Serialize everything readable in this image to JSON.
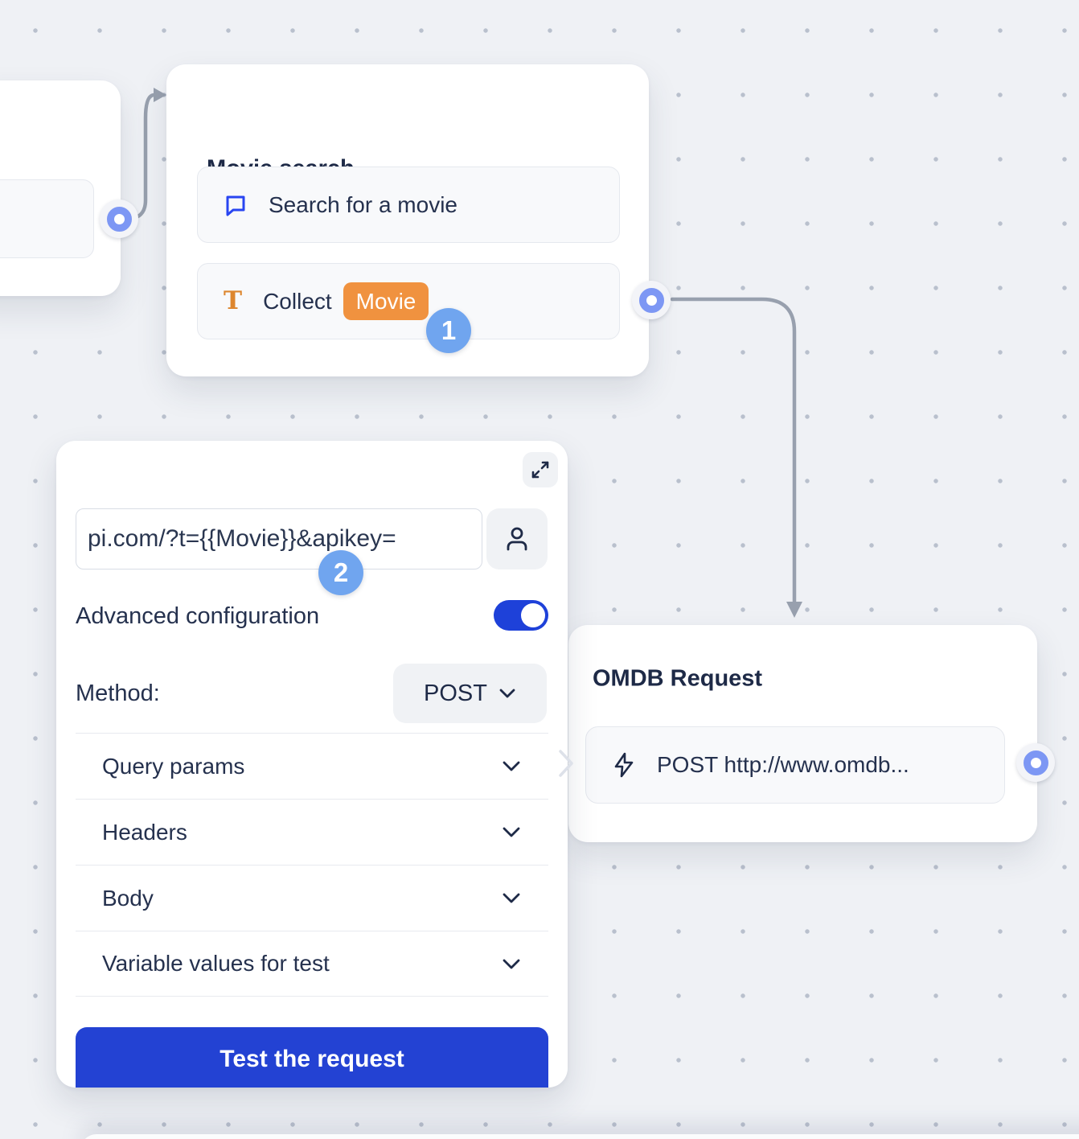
{
  "colors": {
    "background": "#eff1f5",
    "dot_grid": "#b9c0cd",
    "connector": "#98a0ae",
    "accent_blue": "#2342d3",
    "toggle_blue": "#1e41d9",
    "step_badge_blue": "#70a5ef",
    "port_ring_blue": "#7d97f4",
    "variable_tag_orange": "#f0923f",
    "chat_icon_blue": "#2945f1",
    "text_dark": "#1e2a47"
  },
  "nodes": {
    "movie_search": {
      "title": "Movie search",
      "items": [
        {
          "icon": "chat-bubble-icon",
          "label": "Search for a movie"
        },
        {
          "icon": "text-input-icon",
          "icon_glyph": "T",
          "label": "Collect",
          "variable_tag": "Movie"
        }
      ]
    },
    "omdb_request": {
      "title": "OMDB Request",
      "items": [
        {
          "icon": "lightning-icon",
          "label": "POST http://www.omdb..."
        }
      ]
    }
  },
  "annotations": {
    "step1": "1",
    "step2": "2"
  },
  "panel": {
    "url_value": "pi.com/?t={{Movie}}&apikey=",
    "advanced_configuration_label": "Advanced configuration",
    "advanced_configuration_enabled": true,
    "method_label": "Method:",
    "method_value": "POST",
    "sections": [
      {
        "label": "Query params"
      },
      {
        "label": "Headers"
      },
      {
        "label": "Body"
      },
      {
        "label": "Variable values for test"
      }
    ],
    "test_button_label": "Test the request",
    "icons": {
      "expand": "expand-icon",
      "person": "person-icon"
    }
  }
}
